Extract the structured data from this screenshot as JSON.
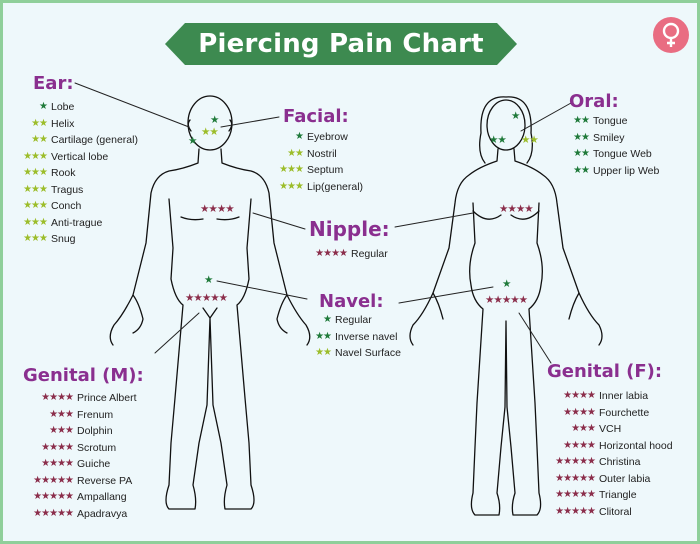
{
  "title": "Piercing Pain Chart",
  "colors": {
    "green_star": "#1f7a3a",
    "yellow_star": "#9cbd2a",
    "wine_star": "#8b2e4b",
    "pink_star": "#d79aae",
    "heading": "#8a2f8f",
    "banner": "#3d8a50"
  },
  "logo": {
    "icon": "female-symbol-icon"
  },
  "ear": {
    "heading": "Ear:",
    "items": [
      {
        "label": "Lobe",
        "stars": "★"
      },
      {
        "label": "Helix",
        "stars": "★★"
      },
      {
        "label": "Cartilage (general)",
        "stars": "★★"
      },
      {
        "label": "Vertical lobe",
        "stars": "★★★"
      },
      {
        "label": "Rook",
        "stars": "★★★"
      },
      {
        "label": "Tragus",
        "stars": "★★★"
      },
      {
        "label": "Conch",
        "stars": "★★★"
      },
      {
        "label": "Anti-trague",
        "stars": "★★★"
      },
      {
        "label": "Snug",
        "stars": "★★★"
      }
    ]
  },
  "facial": {
    "heading": "Facial:",
    "items": [
      {
        "label": "Eyebrow",
        "stars": "★"
      },
      {
        "label": "Nostril",
        "stars": "★★"
      },
      {
        "label": "Septum",
        "stars": "★★★"
      },
      {
        "label": "Lip(general)",
        "stars": "★★★"
      }
    ]
  },
  "oral": {
    "heading": "Oral:",
    "items": [
      {
        "label": "Tongue",
        "stars": "★★"
      },
      {
        "label": "Smiley",
        "stars": "★★"
      },
      {
        "label": "Tongue Web",
        "stars": "★★"
      },
      {
        "label": "Upper lip Web",
        "stars": "★★"
      }
    ]
  },
  "nipple": {
    "heading": "Nipple:",
    "items": [
      {
        "label": "Regular",
        "stars": "★★★★"
      }
    ]
  },
  "navel": {
    "heading": "Navel:",
    "items": [
      {
        "label": "Regular",
        "stars": "★"
      },
      {
        "label": "Inverse navel",
        "stars": "★★"
      },
      {
        "label": "Navel Surface",
        "stars": "★★"
      }
    ]
  },
  "genital_m": {
    "heading": "Genital (M):",
    "items": [
      {
        "label": "Prince Albert",
        "stars": "★★★★"
      },
      {
        "label": "Frenum",
        "stars": "★★★"
      },
      {
        "label": "Dolphin",
        "stars": "★★★"
      },
      {
        "label": "Scrotum",
        "stars": "★★★★"
      },
      {
        "label": "Guiche",
        "stars": "★★★★"
      },
      {
        "label": "Reverse PA",
        "stars": "★★★★★"
      },
      {
        "label": "Ampallang",
        "stars": "★★★★★"
      },
      {
        "label": "Apadravya",
        "stars": "★★★★★"
      }
    ]
  },
  "genital_f": {
    "heading": "Genital (F):",
    "items": [
      {
        "label": "Inner labia",
        "stars": "★★★★"
      },
      {
        "label": "Fourchette",
        "stars": "★★★★"
      },
      {
        "label": "VCH",
        "stars": "★★★"
      },
      {
        "label": "Horizontal hood",
        "stars": "★★★★"
      },
      {
        "label": "Christina",
        "stars": "★★★★★"
      },
      {
        "label": "Outer labia",
        "stars": "★★★★★"
      },
      {
        "label": "Triangle",
        "stars": "★★★★★"
      },
      {
        "label": "Clitoral",
        "stars": "★★★★★"
      }
    ]
  },
  "body_marks": {
    "male_face_top": "★",
    "male_face_nose": "★★",
    "male_ear": "★",
    "male_nipple": "★★★★",
    "male_navel": "★",
    "male_genital": "★★★★★",
    "female_face_top": "★",
    "female_face_left": "★★",
    "female_face_right": "★★",
    "female_nipple": "★★★★",
    "female_navel": "★",
    "female_genital": "★★★★★"
  }
}
